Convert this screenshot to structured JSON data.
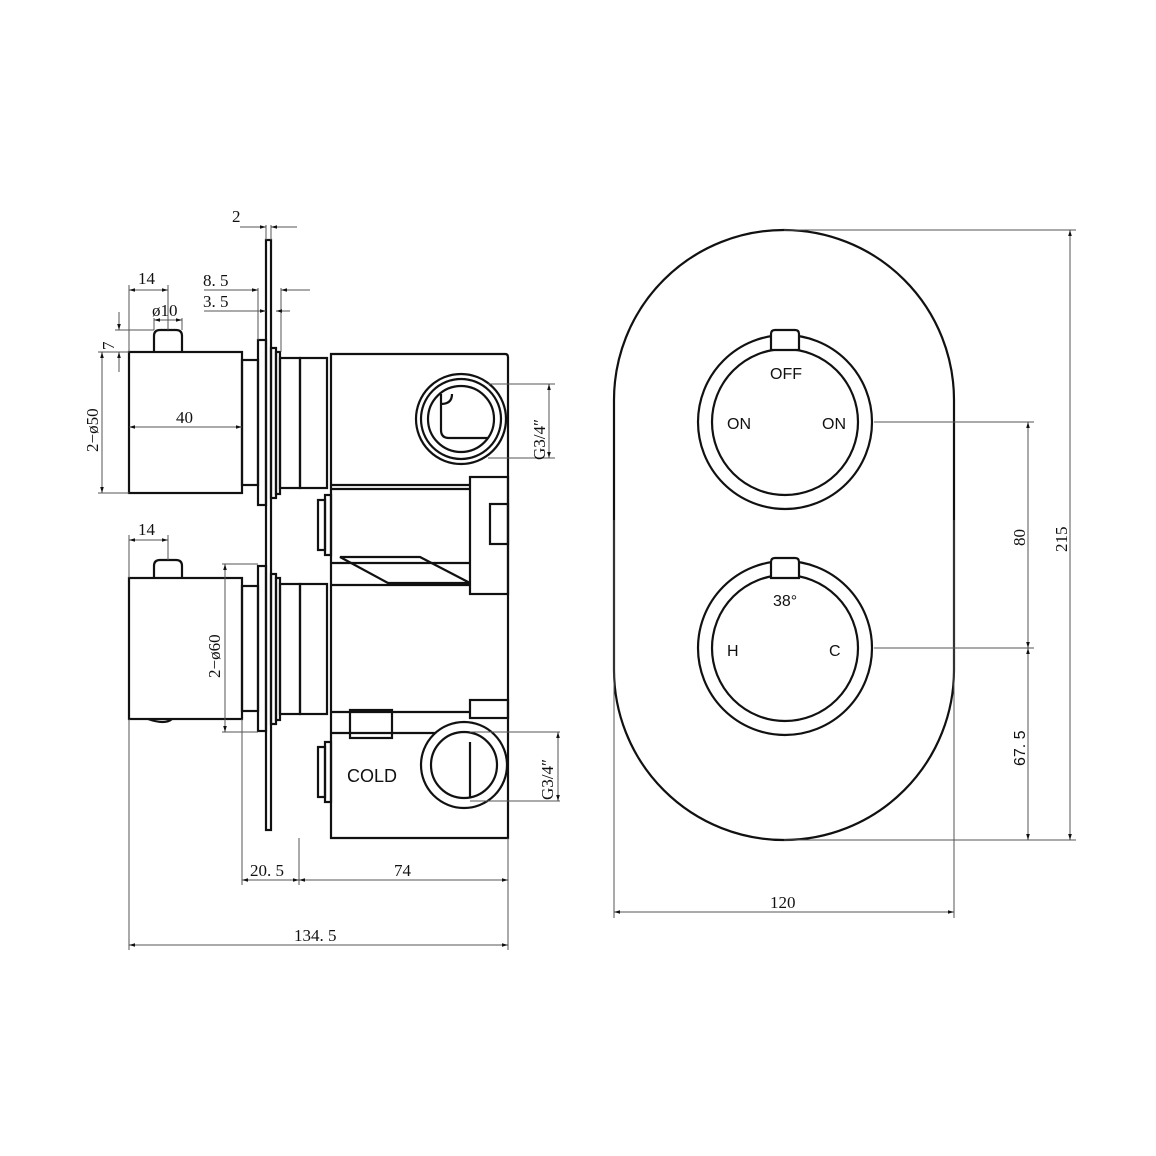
{
  "side_view": {
    "dims": {
      "plate_thickness": "2",
      "pin_offset_top": "14",
      "pin_diameter": "ø10",
      "pin_height": "7",
      "offset_8_5": "8. 5",
      "offset_3_5": "3. 5",
      "handle_dia_top": "2−ø50",
      "handle_len_top": "40",
      "pin_offset_bottom": "14",
      "handle_dia_bottom": "2−ø60",
      "outlet_top": "G3/4″",
      "outlet_bottom": "G3/4″",
      "depth_20_5": "20. 5",
      "body_74": "74",
      "overall_134_5": "134. 5"
    },
    "labels": {
      "cold": "COLD"
    }
  },
  "front_view": {
    "upper_dial": {
      "top": "OFF",
      "left": "ON",
      "right": "ON"
    },
    "lower_dial": {
      "top": "38°",
      "left": "H",
      "right": "C"
    },
    "dims": {
      "spacing": "80",
      "bottom": "67. 5",
      "height": "215",
      "width": "120"
    }
  }
}
